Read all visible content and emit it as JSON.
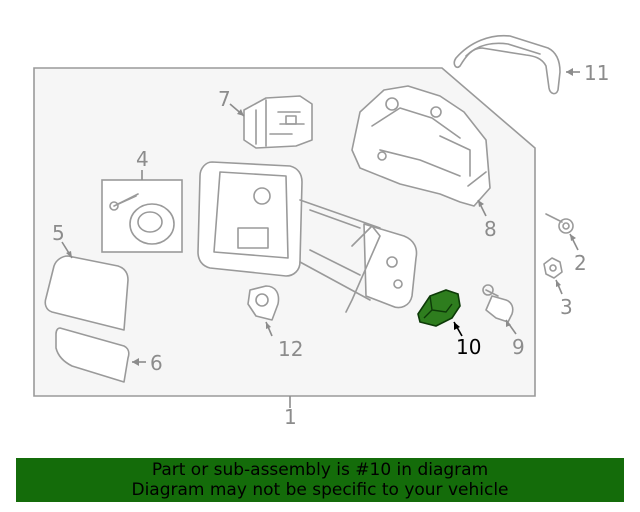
{
  "diagram": {
    "callouts": [
      {
        "id": "1",
        "label": "1"
      },
      {
        "id": "2",
        "label": "2"
      },
      {
        "id": "3",
        "label": "3"
      },
      {
        "id": "4",
        "label": "4"
      },
      {
        "id": "5",
        "label": "5"
      },
      {
        "id": "6",
        "label": "6"
      },
      {
        "id": "7",
        "label": "7"
      },
      {
        "id": "8",
        "label": "8"
      },
      {
        "id": "9",
        "label": "9"
      },
      {
        "id": "10",
        "label": "10"
      },
      {
        "id": "11",
        "label": "11"
      },
      {
        "id": "12",
        "label": "12"
      }
    ],
    "highlighted_part": "10",
    "highlight_color": "#2e7d1e",
    "line_color": "#9a9a9a",
    "panel_color": "#f6f6f6"
  },
  "banner": {
    "line1": "Part or sub-assembly is #10 in diagram",
    "line2": "Diagram may not be specific to your vehicle",
    "background": "#146c0a"
  }
}
